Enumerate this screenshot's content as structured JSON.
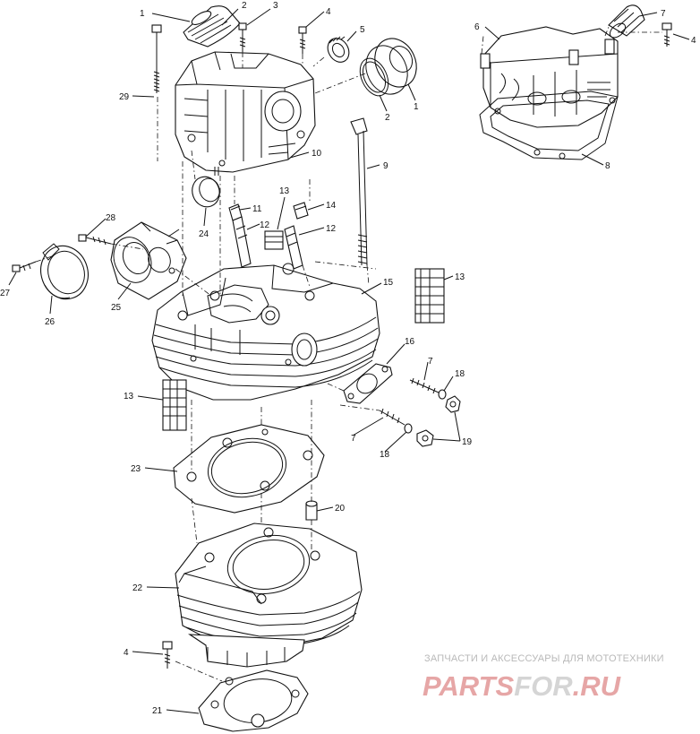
{
  "callouts": [
    {
      "id": "c1a",
      "label": "1"
    },
    {
      "id": "c2a",
      "label": "2"
    },
    {
      "id": "c3",
      "label": "3"
    },
    {
      "id": "c4a",
      "label": "4"
    },
    {
      "id": "c5",
      "label": "5"
    },
    {
      "id": "c1b",
      "label": "1"
    },
    {
      "id": "c2b",
      "label": "2"
    },
    {
      "id": "c6",
      "label": "6"
    },
    {
      "id": "c7a",
      "label": "7"
    },
    {
      "id": "c4b",
      "label": "4"
    },
    {
      "id": "c8",
      "label": "8"
    },
    {
      "id": "c9",
      "label": "9"
    },
    {
      "id": "c10",
      "label": "10"
    },
    {
      "id": "c29",
      "label": "29"
    },
    {
      "id": "c11",
      "label": "11"
    },
    {
      "id": "c12a",
      "label": "12"
    },
    {
      "id": "c13a",
      "label": "13"
    },
    {
      "id": "c14",
      "label": "14"
    },
    {
      "id": "c12b",
      "label": "12"
    },
    {
      "id": "c24",
      "label": "24"
    },
    {
      "id": "c28",
      "label": "28"
    },
    {
      "id": "c27",
      "label": "27"
    },
    {
      "id": "c26",
      "label": "26"
    },
    {
      "id": "c25",
      "label": "25"
    },
    {
      "id": "c15",
      "label": "15"
    },
    {
      "id": "c13b",
      "label": "13"
    },
    {
      "id": "c16",
      "label": "16"
    },
    {
      "id": "c7b",
      "label": "7"
    },
    {
      "id": "c18a",
      "label": "18"
    },
    {
      "id": "c13c",
      "label": "13"
    },
    {
      "id": "c7c",
      "label": "7"
    },
    {
      "id": "c18b",
      "label": "18"
    },
    {
      "id": "c19",
      "label": "19"
    },
    {
      "id": "c23",
      "label": "23"
    },
    {
      "id": "c20",
      "label": "20"
    },
    {
      "id": "c22",
      "label": "22"
    },
    {
      "id": "c4c",
      "label": "4"
    },
    {
      "id": "c21",
      "label": "21"
    }
  ],
  "watermark": {
    "line1": "ЗАПЧАСТИ И АКСЕССУАРЫ ДЛЯ МОТОТЕХНИКИ",
    "part1": "PARTS",
    "part2": "FOR",
    "part3": ".RU"
  }
}
